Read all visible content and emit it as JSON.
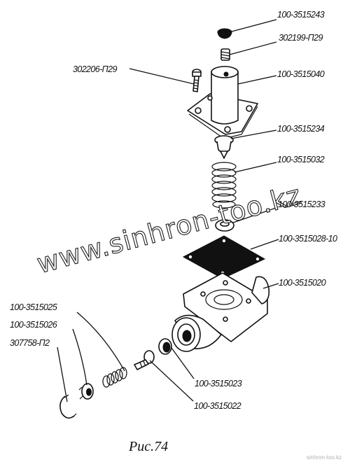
{
  "figure": {
    "caption": "Рис.74",
    "watermark": "www.sinhron-too.kz",
    "footer_note": "sinhron-too.kz"
  },
  "part_labels": [
    "100-3515243",
    "302199-П29",
    "302206-П29",
    "100-3515040",
    "100-3515234",
    "100-3515032",
    "100-3515233",
    "100-3515028-10",
    "100-3515020",
    "100-3515025",
    "100-3515026",
    "307758-П2",
    "100-3515023",
    "100-3515022"
  ]
}
